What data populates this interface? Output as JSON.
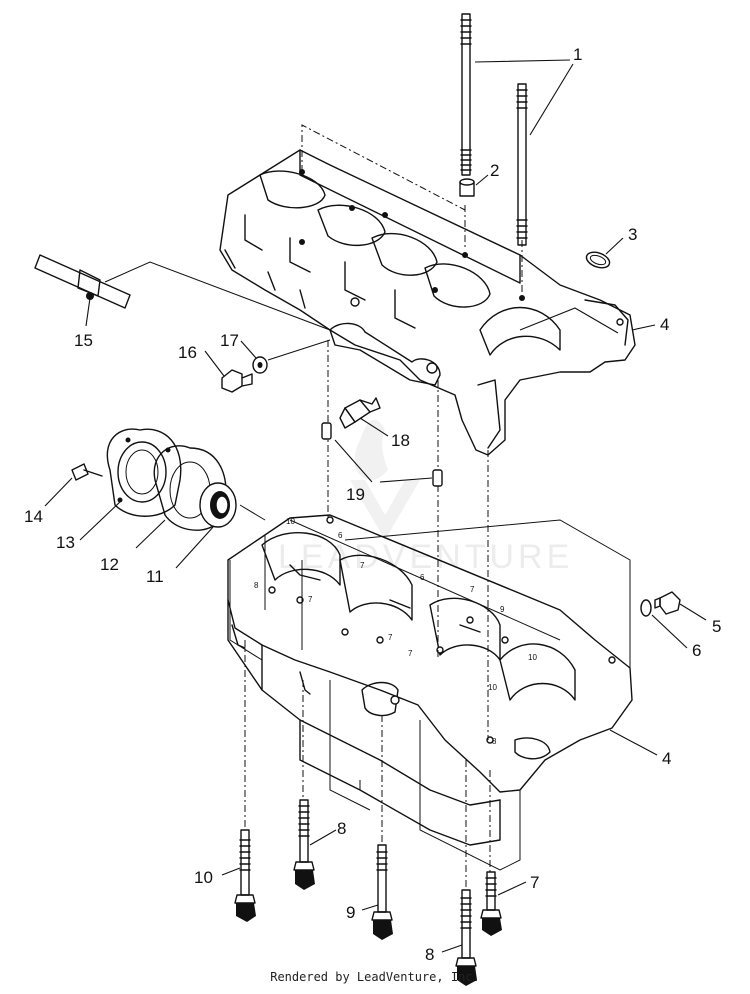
{
  "callouts": {
    "c1": "1",
    "c2": "2",
    "c3": "3",
    "c4a": "4",
    "c4b": "4",
    "c5": "5",
    "c6": "6",
    "c7": "7",
    "c8a": "8",
    "c8b": "8",
    "c9": "9",
    "c10": "10",
    "c11": "11",
    "c12": "12",
    "c13": "13",
    "c14": "14",
    "c15": "15",
    "c16": "16",
    "c17": "17",
    "c18": "18",
    "c19": "19"
  },
  "watermark": {
    "text": "LEADVENTURE"
  },
  "footer": {
    "text": "Rendered by LeadVenture, Inc."
  }
}
